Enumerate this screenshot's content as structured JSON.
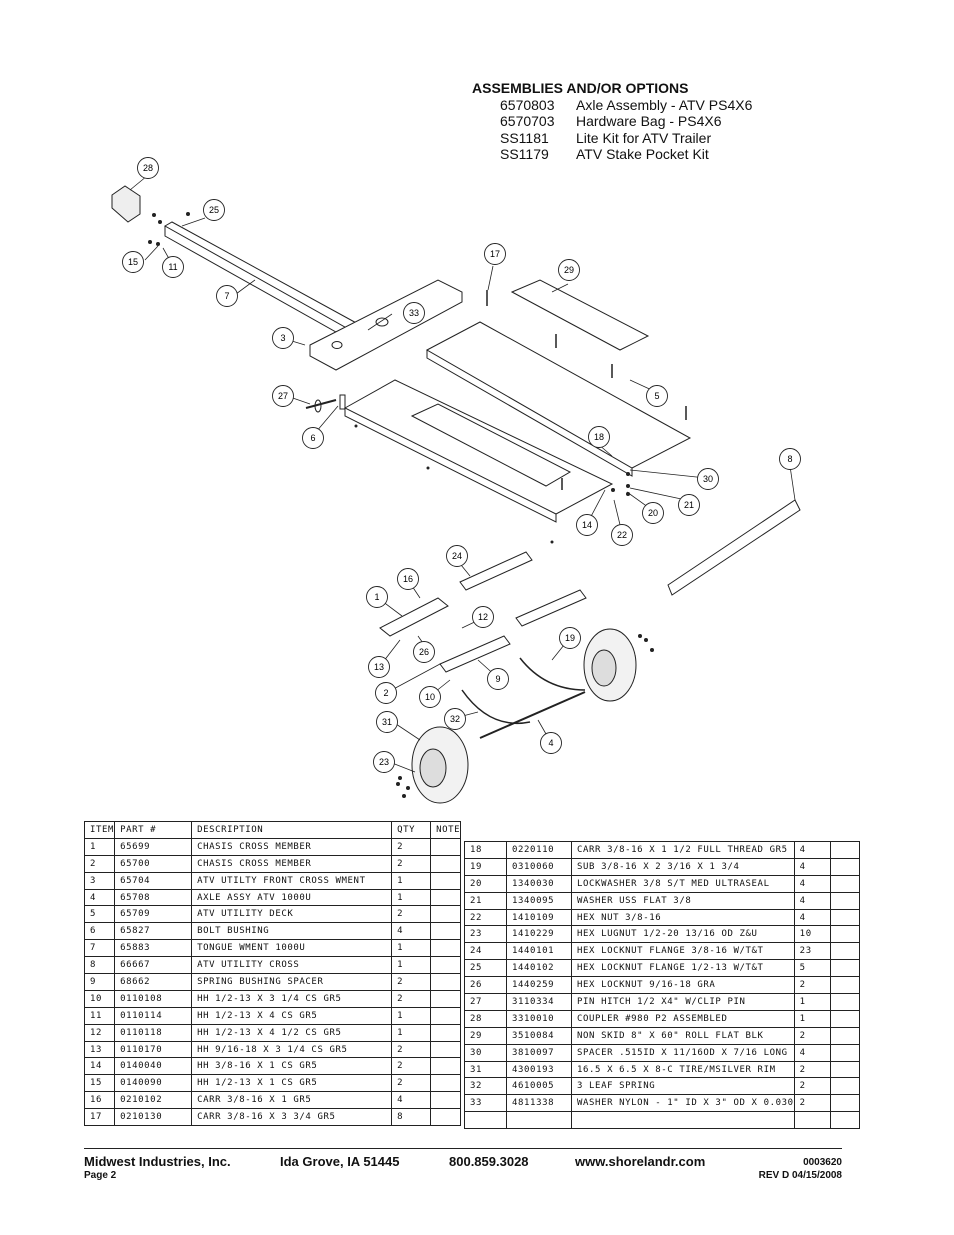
{
  "options": {
    "heading": "ASSEMBLIES AND/OR OPTIONS",
    "items": [
      {
        "part": "6570803",
        "desc": "Axle Assembly - ATV PS4X6"
      },
      {
        "part": "6570703",
        "desc": "Hardware Bag - PS4X6"
      },
      {
        "part": "SS1181",
        "desc": "Lite Kit for ATV Trailer"
      },
      {
        "part": "SS1179",
        "desc": "ATV Stake Pocket Kit"
      }
    ]
  },
  "callouts": [
    "28",
    "25",
    "15",
    "11",
    "7",
    "3",
    "33",
    "27",
    "6",
    "17",
    "29",
    "5",
    "18",
    "8",
    "30",
    "21",
    "20",
    "22",
    "14",
    "24",
    "16",
    "1",
    "12",
    "26",
    "19",
    "13",
    "9",
    "2",
    "10",
    "32",
    "31",
    "4",
    "23"
  ],
  "table": {
    "headers": [
      "ITEM",
      "PART #",
      "DESCRIPTION",
      "QTY",
      "NOTE"
    ],
    "left": [
      [
        "1",
        "65699",
        "CHASIS CROSS MEMBER",
        "2",
        ""
      ],
      [
        "2",
        "65700",
        "CHASIS CROSS MEMBER",
        "2",
        ""
      ],
      [
        "3",
        "65704",
        "ATV UTILTY FRONT CROSS WMENT",
        "1",
        ""
      ],
      [
        "4",
        "65708",
        "AXLE ASSY ATV 1000U",
        "1",
        ""
      ],
      [
        "5",
        "65709",
        "ATV UTILITY DECK",
        "2",
        ""
      ],
      [
        "6",
        "65827",
        "BOLT BUSHING",
        "4",
        ""
      ],
      [
        "7",
        "65883",
        "TONGUE WMENT 1000U",
        "1",
        ""
      ],
      [
        "8",
        "66667",
        "ATV UTILITY CROSS",
        "1",
        ""
      ],
      [
        "9",
        "68662",
        "SPRING BUSHING SPACER",
        "2",
        ""
      ],
      [
        "10",
        "0110108",
        "HH 1/2-13 X 3 1/4 CS GR5",
        "2",
        ""
      ],
      [
        "11",
        "0110114",
        "HH 1/2-13 X 4 CS GR5",
        "1",
        ""
      ],
      [
        "12",
        "0110118",
        "HH 1/2-13 X 4 1/2 CS GR5",
        "1",
        ""
      ],
      [
        "13",
        "0110170",
        "HH 9/16-18 X 3 1/4 CS GR5",
        "2",
        ""
      ],
      [
        "14",
        "0140040",
        "HH 3/8-16 X 1 CS GR5",
        "2",
        ""
      ],
      [
        "15",
        "0140090",
        "HH 1/2-13 X 1 CS GR5",
        "2",
        ""
      ],
      [
        "16",
        "0210102",
        "CARR 3/8-16 X 1 GR5",
        "4",
        ""
      ],
      [
        "17",
        "0210130",
        "CARR 3/8-16 X 3 3/4 GR5",
        "8",
        ""
      ]
    ],
    "right": [
      [
        "18",
        "0220110",
        "CARR 3/8-16 X 1 1/2 FULL THREAD GR5",
        "4",
        ""
      ],
      [
        "19",
        "0310060",
        "SUB 3/8-16 X 2 3/16 X 1 3/4",
        "4",
        ""
      ],
      [
        "20",
        "1340030",
        "LOCKWASHER 3/8 S/T MED ULTRASEAL",
        "4",
        ""
      ],
      [
        "21",
        "1340095",
        "WASHER USS FLAT 3/8",
        "4",
        ""
      ],
      [
        "22",
        "1410109",
        "HEX NUT 3/8-16",
        "4",
        ""
      ],
      [
        "23",
        "1410229",
        "HEX LUGNUT 1/2-20 13/16 OD Z&U",
        "10",
        ""
      ],
      [
        "24",
        "1440101",
        "HEX LOCKNUT FLANGE 3/8-16 W/T&T",
        "23",
        ""
      ],
      [
        "25",
        "1440102",
        "HEX LOCKNUT FLANGE 1/2-13 W/T&T",
        "5",
        ""
      ],
      [
        "26",
        "1440259",
        "HEX LOCKNUT 9/16-18 GRA",
        "2",
        ""
      ],
      [
        "27",
        "3110334",
        "PIN HITCH 1/2 X4\" W/CLIP PIN",
        "1",
        ""
      ],
      [
        "28",
        "3310010",
        "COUPLER #980 P2 ASSEMBLED",
        "1",
        ""
      ],
      [
        "29",
        "3510084",
        "NON SKID 8\" X 60\" ROLL FLAT BLK",
        "2",
        ""
      ],
      [
        "30",
        "3810097",
        "SPACER  .515ID X 11/16OD X 7/16 LONG",
        "4",
        ""
      ],
      [
        "31",
        "4300193",
        "16.5 X 6.5 X 8-C TIRE/MSILVER RIM",
        "2",
        ""
      ],
      [
        "32",
        "4610005",
        "3 LEAF SPRING",
        "2",
        ""
      ],
      [
        "33",
        "4811338",
        "WASHER NYLON - 1\" ID X 3\" OD X 0.030",
        "2",
        ""
      ],
      [
        "",
        "",
        "",
        "",
        ""
      ]
    ]
  },
  "footer": {
    "company": "Midwest Industries, Inc.",
    "city": "Ida Grove, IA  51445",
    "phone": "800.859.3028",
    "web": "www.shorelandr.com",
    "docnum": "0003620",
    "page": "Page 2",
    "rev": "REV D  04/15/2008"
  }
}
